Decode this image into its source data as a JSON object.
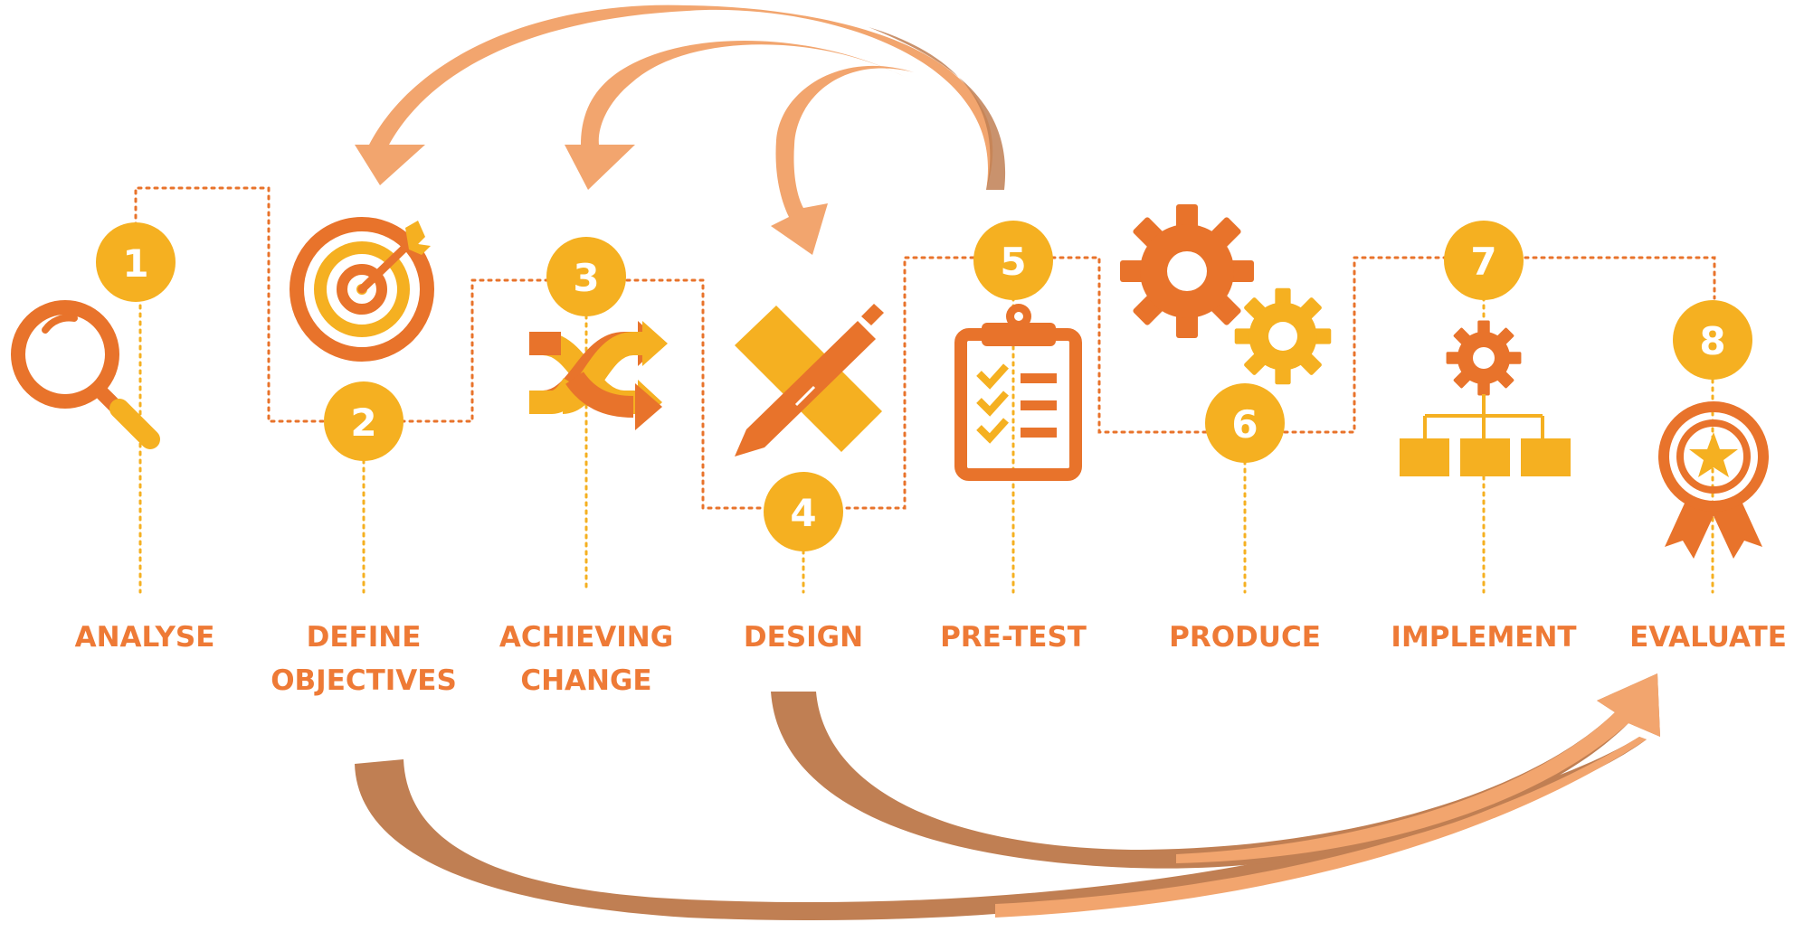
{
  "colors": {
    "orange": "#E8732B",
    "yellow": "#F5B021",
    "label": "#EE7A36",
    "arrow_dark": "#C07F53",
    "arrow_light": "#F2A56E",
    "dotted": "#E8732B",
    "badge_text": "#FFFFFF"
  },
  "steps": [
    {
      "number": "1",
      "label_lines": [
        "ANALYSE"
      ],
      "icon": "magnifier-icon"
    },
    {
      "number": "2",
      "label_lines": [
        "DEFINE",
        "OBJECTIVES"
      ],
      "icon": "target-icon"
    },
    {
      "number": "3",
      "label_lines": [
        "ACHIEVING",
        "CHANGE"
      ],
      "icon": "shuffle-icon"
    },
    {
      "number": "4",
      "label_lines": [
        "DESIGN"
      ],
      "icon": "design-icon"
    },
    {
      "number": "5",
      "label_lines": [
        "PRE-TEST"
      ],
      "icon": "clipboard-checklist-icon"
    },
    {
      "number": "6",
      "label_lines": [
        "PRODUCE"
      ],
      "icon": "gears-icon"
    },
    {
      "number": "7",
      "label_lines": [
        "IMPLEMENT"
      ],
      "icon": "gear-hierarchy-icon"
    },
    {
      "number": "8",
      "label_lines": [
        "EVALUATE"
      ],
      "icon": "award-ribbon-icon"
    }
  ],
  "feedback_arrows": [
    {
      "from": "5",
      "to": "2"
    },
    {
      "from": "5",
      "to": "3"
    },
    {
      "from": "5",
      "to": "4"
    },
    {
      "from": "2",
      "to": "8"
    },
    {
      "from": "4",
      "to": "8"
    }
  ]
}
